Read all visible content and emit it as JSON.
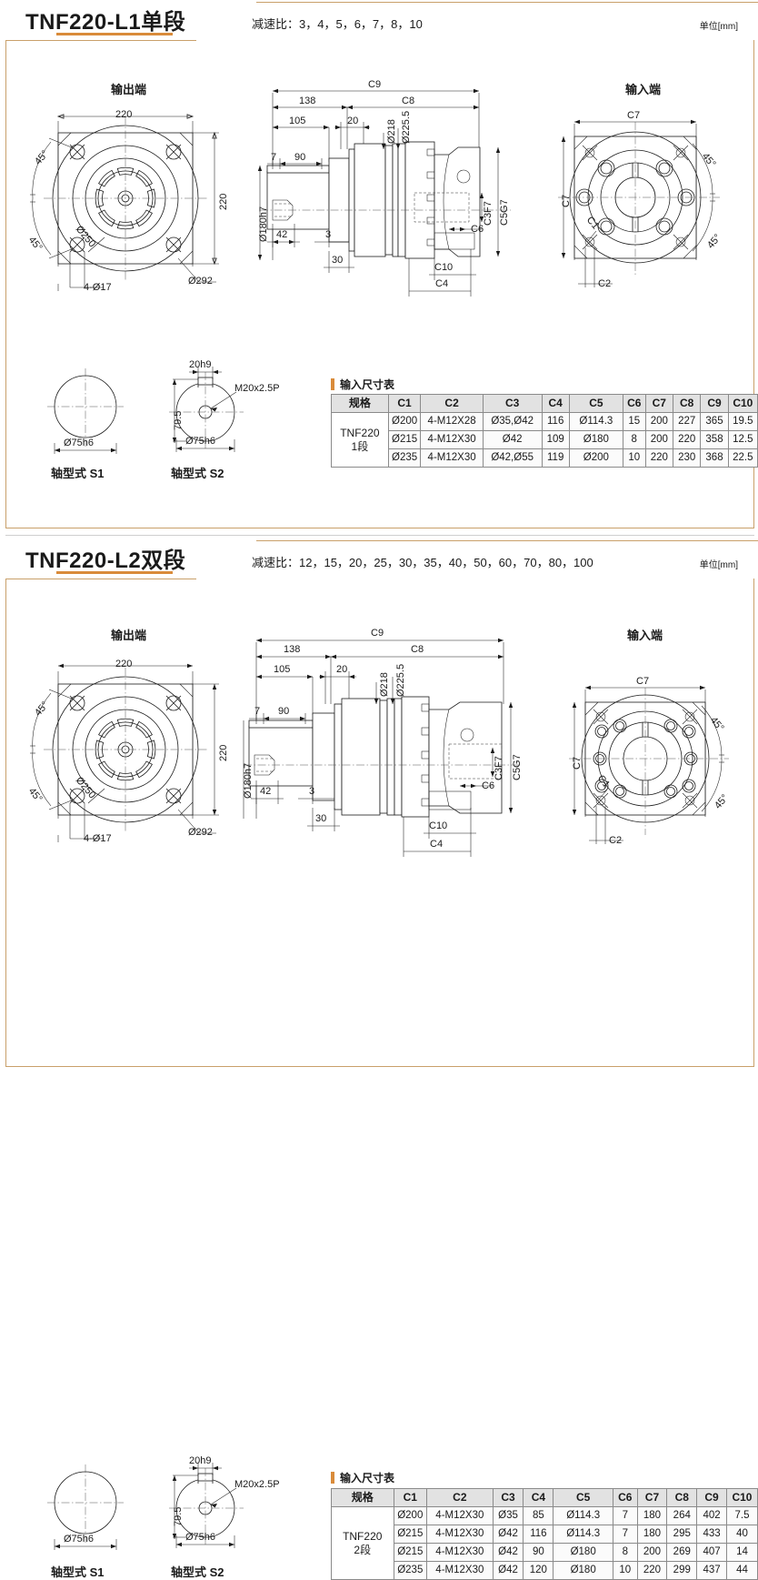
{
  "page": {
    "unit_label": "单位[mm]"
  },
  "sections": [
    {
      "id": "L1",
      "title": "TNF220-L1单段",
      "ratio_label": "减速比：3，4，5，6，7，8，10",
      "views": {
        "output_end": "输出端",
        "input_end": "输入端"
      },
      "output_view": {
        "width_dim": "220",
        "height_dim": "220",
        "bolt_note": "4-Ø17",
        "outer_dia": "Ø292",
        "pilot_dia": "Ø250",
        "angle_top": "45°",
        "angle_bottom": "45°"
      },
      "section_view": {
        "c9": "C9",
        "c8": "C8",
        "d138": "138",
        "d105": "105",
        "d20": "20",
        "d7": "7",
        "d90": "90",
        "d42": "42",
        "d3": "3",
        "d30": "30",
        "dia218": "Ø218",
        "dia225": "Ø225.5",
        "dia180": "Ø180h7",
        "c3f7": "C3F7",
        "c5g7": "C5G7",
        "c6": "C6",
        "c10": "C10",
        "c4": "C4"
      },
      "input_view": {
        "c7_top": "C7",
        "c7_left": "C7",
        "c1": "C1",
        "c2": "C2",
        "angle_top": "45°",
        "angle_bottom": "45°"
      },
      "shafts": [
        {
          "caption": "轴型式 S1",
          "dia": "Ø75h6"
        },
        {
          "caption": "轴型式 S2",
          "dia": "Ø75h6",
          "key": "20h9",
          "height": "79.5",
          "thread": "M20x2.5P"
        }
      ],
      "table": {
        "caption": "输入尺寸表",
        "columns": [
          "规格",
          "C1",
          "C2",
          "C3",
          "C4",
          "C5",
          "C6",
          "C7",
          "C8",
          "C9",
          "C10"
        ],
        "spec": "TNF220 1段",
        "spec_line1": "TNF220",
        "spec_line2": "1段",
        "rows": [
          [
            "Ø200",
            "4-M12X28",
            "Ø35,Ø42",
            "116",
            "Ø114.3",
            "15",
            "200",
            "227",
            "365",
            "19.5"
          ],
          [
            "Ø215",
            "4-M12X30",
            "Ø42",
            "109",
            "Ø180",
            "8",
            "200",
            "220",
            "358",
            "12.5"
          ],
          [
            "Ø235",
            "4-M12X30",
            "Ø42,Ø55",
            "119",
            "Ø200",
            "10",
            "220",
            "230",
            "368",
            "22.5"
          ]
        ]
      }
    },
    {
      "id": "L2",
      "title": "TNF220-L2双段",
      "ratio_label": "减速比：12，15，20，25，30，35，40，50，60，70，80，100",
      "views": {
        "output_end": "输出端",
        "input_end": "输入端"
      },
      "output_view": {
        "width_dim": "220",
        "height_dim": "220",
        "bolt_note": "4-Ø17",
        "outer_dia": "Ø292",
        "pilot_dia": "Ø250",
        "angle_top": "45°",
        "angle_bottom": "45°"
      },
      "section_view": {
        "c9": "C9",
        "c8": "C8",
        "d138": "138",
        "d105": "105",
        "d20": "20",
        "d7": "7",
        "d90": "90",
        "d42": "42",
        "d3": "3",
        "d30": "30",
        "dia218": "Ø218",
        "dia225": "Ø225.5",
        "dia180": "Ø180h7",
        "c3f7": "C3F7",
        "c5g7": "C5G7",
        "c6": "C6",
        "c10": "C10",
        "c4": "C4"
      },
      "input_view": {
        "c7_top": "C7",
        "c7_left": "C7",
        "c1": "C1",
        "c2": "C2",
        "angle_top": "45°",
        "angle_bottom": "45°"
      },
      "shafts": [
        {
          "caption": "轴型式 S1",
          "dia": "Ø75h6"
        },
        {
          "caption": "轴型式 S2",
          "dia": "Ø75h6",
          "key": "20h9",
          "height": "79.5",
          "thread": "M20x2.5P"
        }
      ],
      "table": {
        "caption": "输入尺寸表",
        "columns": [
          "规格",
          "C1",
          "C2",
          "C3",
          "C4",
          "C5",
          "C6",
          "C7",
          "C8",
          "C9",
          "C10"
        ],
        "spec": "TNF220 2段",
        "spec_line1": "TNF220",
        "spec_line2": "2段",
        "rows": [
          [
            "Ø200",
            "4-M12X30",
            "Ø35",
            "85",
            "Ø114.3",
            "7",
            "180",
            "264",
            "402",
            "7.5"
          ],
          [
            "Ø215",
            "4-M12X30",
            "Ø42",
            "116",
            "Ø114.3",
            "7",
            "180",
            "295",
            "433",
            "40"
          ],
          [
            "Ø215",
            "4-M12X30",
            "Ø42",
            "90",
            "Ø180",
            "8",
            "200",
            "269",
            "407",
            "14"
          ],
          [
            "Ø235",
            "4-M12X30",
            "Ø42",
            "120",
            "Ø180",
            "10",
            "220",
            "299",
            "437",
            "44"
          ]
        ]
      }
    }
  ],
  "colors": {
    "accent": "#d98b3a",
    "frame": "#c9a06a",
    "line": "#1a1a1a",
    "header_bg": "#e2e2e2"
  }
}
